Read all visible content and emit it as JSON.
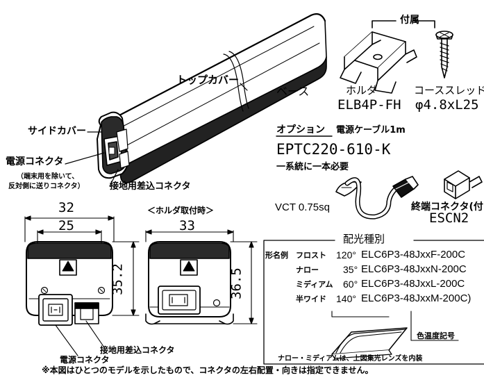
{
  "labels": {
    "top_cover": "トップカバー",
    "base": "ベース",
    "side_cover": "サイドカバー",
    "power_connector": "電源コネクタ",
    "power_connector_note1": "（端末用を除いて、",
    "power_connector_note2": "反対側に送りコネクタ）",
    "ground_connector": "接地用差込コネクタ",
    "accessories": "付属",
    "holder_label": "ホルダ",
    "holder_part": "ELB4P-FH",
    "screw_label": "コーススレッド",
    "screw_spec": "φ4.8xL25",
    "option_title": "オプション",
    "power_cable": "電源ケーブル1m",
    "option_part": "EPTC220-610-K",
    "option_note": "一系統に一本必要",
    "cable_type": "VCT 0.75sq",
    "end_connector": "終端コネクタ(付",
    "end_connector_part": "ESCN2",
    "holder_mounted": "＜ホルダ取付時＞",
    "ground_connector_bottom": "接地用差込コネクタ",
    "power_connector_bottom": "電源コネクタ",
    "footnote": "※本図はひとつのモデルを示したもので、コネクタの左右配置・向きは指定できません。"
  },
  "dimensions": {
    "width_outer": "32",
    "width_inner": "25",
    "height_left": "35.2",
    "width_holder": "33",
    "height_right": "36.5"
  },
  "distribution_table": {
    "title": "配光種別",
    "model_label": "形名例",
    "rows": [
      {
        "name": "フロスト",
        "angle": "120°",
        "model": "ELC6P3-48JxxF-200C"
      },
      {
        "name": "ナロー",
        "angle": "35°",
        "model": "ELC6P3-48JxxN-200C"
      },
      {
        "name": "ミディアム",
        "angle": "60°",
        "model": "ELC6P3-48JxxL-200C"
      },
      {
        "name": "半ワイド",
        "angle": "140°",
        "model": "ELC6P3-48JxxM-200C)"
      }
    ],
    "color_temp_label": "色温度記号",
    "footer": "ナロー・ミディアムは、上図集光レンズを内装"
  }
}
